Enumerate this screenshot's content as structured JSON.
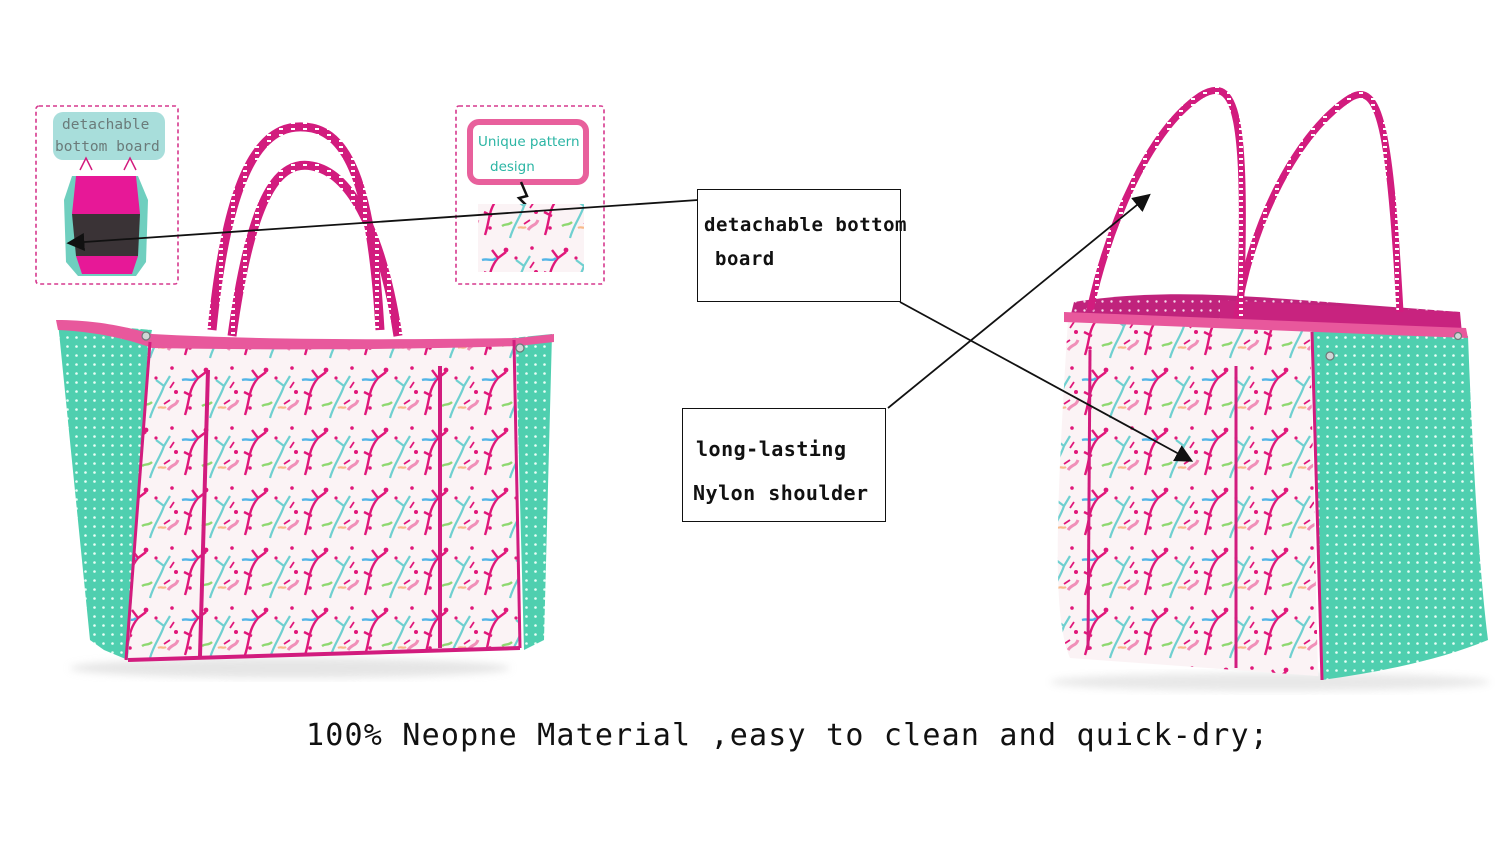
{
  "stamps": {
    "bottom_board": {
      "label_line1": "detachable",
      "label_line2": "bottom board",
      "label_bg": "#a8dedb",
      "border_color": "#d6388e"
    },
    "pattern": {
      "label_line1": "Unique pattern",
      "label_line2": "design",
      "frame_color": "#e8609c",
      "text_color": "#2bb5a4",
      "border_color": "#d6388e"
    }
  },
  "callouts": {
    "bottom_board": {
      "line1": "detachable bottom",
      "line2": "board"
    },
    "shoulder": {
      "line1": "long-lasting",
      "line2": "Nylon shoulder"
    }
  },
  "caption": "100% Neopne Material ,easy to clean and quick-dry;",
  "colors": {
    "mint": "#4fcfaf",
    "magenta": "#d21c7e",
    "pink_trim": "#e8589c",
    "interior": "#c8237f"
  }
}
